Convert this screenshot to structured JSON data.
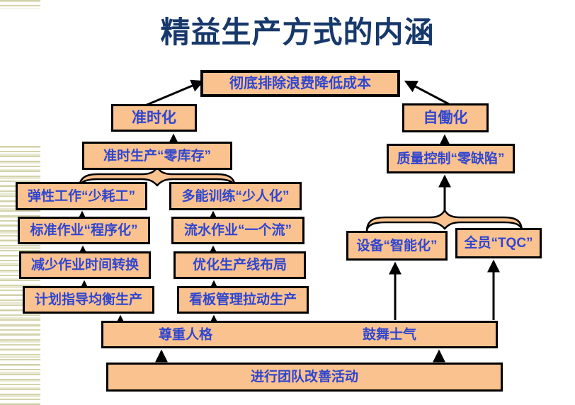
{
  "title": "精益生产方式的内涵",
  "colors": {
    "box_fill": "#FAC28F",
    "box_border": "#000000",
    "box_text": "#2F46D0",
    "title_text": "#17386B",
    "stripe": "#DCDCBA"
  },
  "nodes": {
    "goal": "彻底排除浪费降低成本",
    "jit": "准时化",
    "jidoka": "自働化",
    "jit_sub": "准时生产“零库存”",
    "quality": "质量控制“零缺陷”",
    "left_col": [
      "弹性工作“少耗工”",
      "标准作业“程序化”",
      "减少作业时间转换",
      "计划指导均衡生产"
    ],
    "mid_col": [
      "多能训练“少人化”",
      "流水作业“一个流”",
      "优化生产线布局",
      "看板管理拉动生产"
    ],
    "equip": "设备“智能化”",
    "tqc": "全员“TQC”",
    "respect": "尊重人格",
    "morale": "鼓舞士气",
    "teamwork": "进行团队改善活动"
  }
}
